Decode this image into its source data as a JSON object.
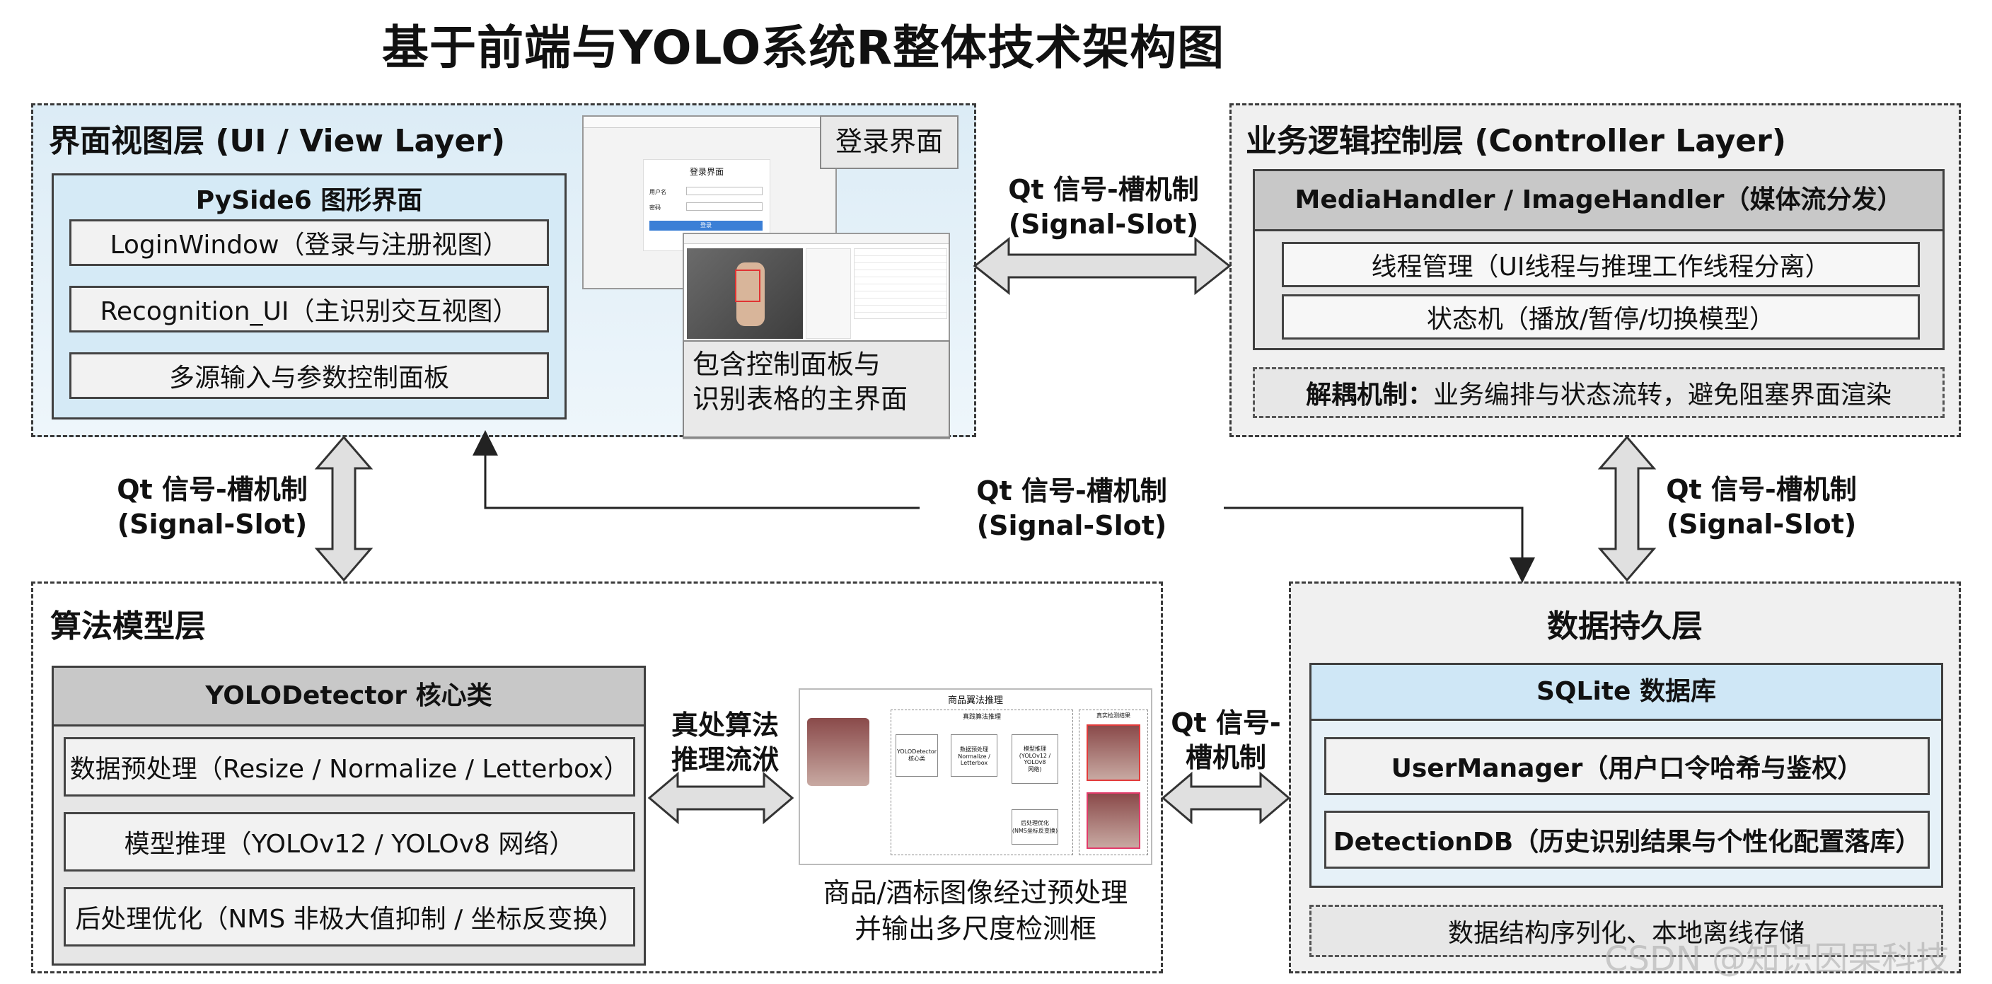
{
  "title": "基于前端与YOLO系统R整体技术架构图",
  "ui_layer": {
    "title": "界面视图层 (UI / View Layer)",
    "panel_title": "PySide6 图形界面",
    "items": [
      "LoginWindow（登录与注册视图）",
      "Recognition_UI（主识别交互视图）",
      "多源输入与参数控制面板"
    ],
    "login_label": "登录界面",
    "main_label": "包含控制面板与\n识别表格的主界面",
    "login_window": {
      "heading": "登录界面",
      "user_label": "用户名",
      "pass_label": "密码",
      "button": "登录"
    }
  },
  "controller_layer": {
    "title": "业务逻辑控制层 (Controller Layer)",
    "panel_title": "MediaHandler / ImageHandler（媒体流分发）",
    "items": [
      "线程管理（UI线程与推理工作线程分离）",
      "状态机（播放/暂停/切换模型）"
    ],
    "note_bold": "解耦机制：",
    "note_text": "业务编排与状态流转，避免阻塞界面渲染"
  },
  "algo_layer": {
    "title": "算法模型层",
    "panel_title": "YOLODetector 核心类",
    "items": [
      "数据预处理（Resize / Normalize / Letterbox）",
      "模型推理（YOLOv12 / YOLOv8 网络）",
      "后处理优化（NMS 非极大值抑制 / 坐标反变换）"
    ],
    "pipeline_label": "真处算法\n推理流洑",
    "pipeline_image": {
      "title": "商品翼法推理",
      "inner_title": "真践算法推理",
      "result_title": "真实检测结果",
      "box1": "YOLODetector\n核心类",
      "box2": "数据预处理\nNormalize /\nLetterbox",
      "box3": "模型推理\n(YOLOv12 /\nYOLOv8\n网络)",
      "box4": "后处理优化\n(NMS坐标反变换)"
    },
    "caption": "商品/酒标图像经过预处理\n并输出多尺度检测框"
  },
  "data_layer": {
    "title": "数据持久层",
    "panel_title": "SQLite 数据库",
    "items": [
      "UserManager（用户口令哈希与鉴权）",
      "DetectionDB（历史识别结果与个性化配置落库）"
    ],
    "note": "数据结构序列化、本地离线存储"
  },
  "connectors": {
    "top": "Qt 信号-槽机制\n(Signal-Slot)",
    "left": "Qt 信号-槽机制\n(Signal-Slot)",
    "center": "Qt 信号-槽机制\n(Signal-Slot)",
    "right": "Qt 信号-槽机制\n(Signal-Slot)",
    "bottom": "Qt 信号-\n槽机制"
  },
  "watermark": "CSDN @知识因果科技",
  "colors": {
    "ui_bg": "#dcecf6",
    "panel_blue": "#d5eaf6",
    "gray_bg": "#f0f0f0",
    "header_gray": "#c8c8c8",
    "arrow_fill": "#e0e0e0"
  }
}
